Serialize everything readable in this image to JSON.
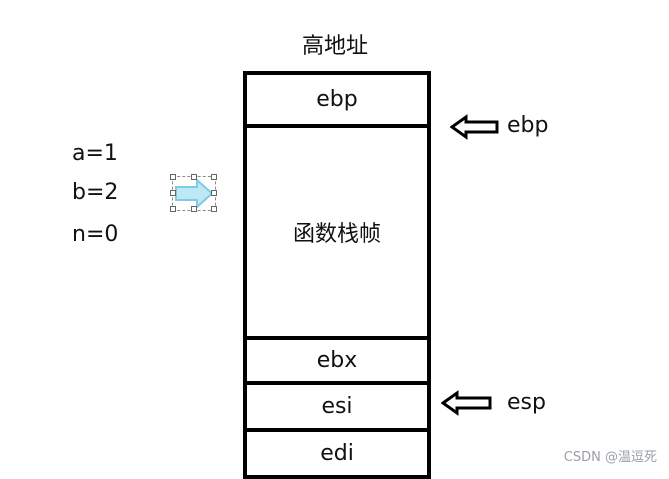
{
  "title": "高地址",
  "stack": {
    "cells": [
      "ebp",
      "函数栈帧",
      "ebx",
      "esi",
      "edi"
    ]
  },
  "variables": [
    "a=1",
    "b=2",
    "n=0"
  ],
  "pointers": {
    "ebp_label": "ebp",
    "esp_label": "esp"
  },
  "watermark": "CSDN @温逗死",
  "colors": {
    "border": "#000000",
    "selected_arrow_fill": "#bfe8f5",
    "selected_arrow_stroke": "#7fcbe6",
    "watermark": "#9aa0a6"
  },
  "icons": {
    "ebp_pointer": "left-arrow-icon",
    "esp_pointer": "left-arrow-icon",
    "selected_shape": "right-arrow-icon"
  }
}
